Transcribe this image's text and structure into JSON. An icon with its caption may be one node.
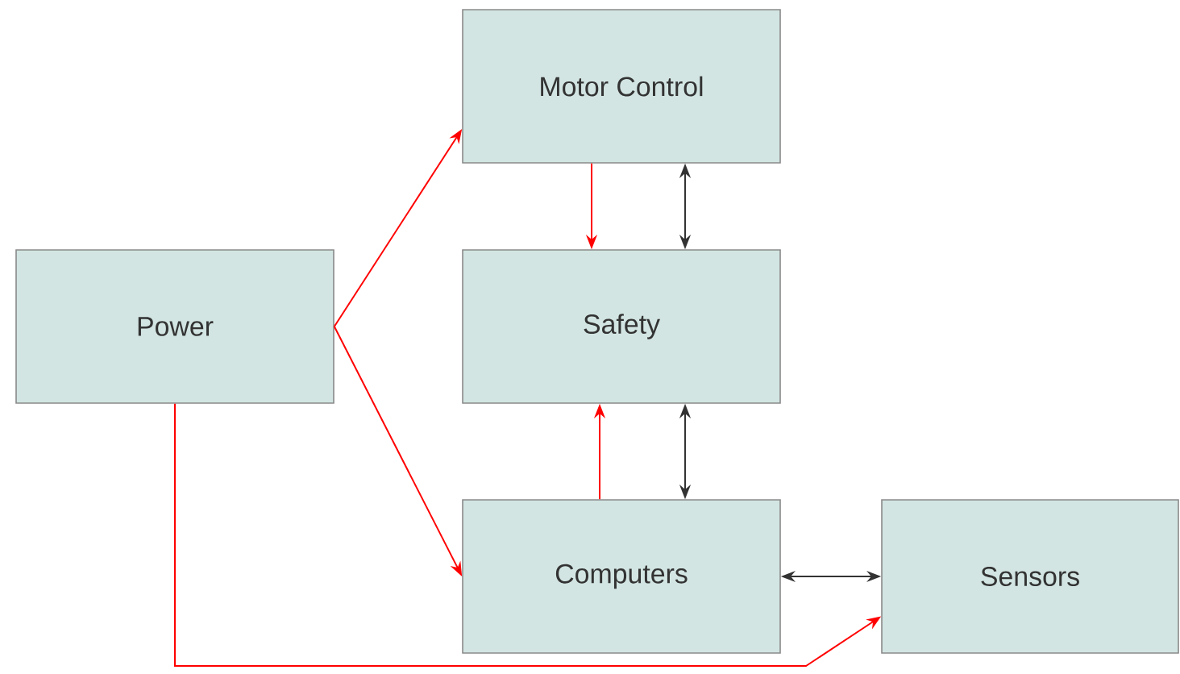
{
  "diagram": {
    "nodes": [
      {
        "text": [
          "Power"
        ]
      },
      {
        "text": [
          "Motor Control"
        ]
      },
      {
        "text": [
          "Safety"
        ]
      },
      {
        "text": [
          "Computers"
        ]
      },
      {
        "text": [
          "Sensors"
        ]
      }
    ],
    "edges": [
      {
        "from": 0,
        "to": 1,
        "arrow": "to"
      },
      {
        "from": 0,
        "to": 3,
        "arrow": "to"
      },
      {
        "from": 0,
        "to": 4,
        "arrow": "to"
      },
      {
        "from": 1,
        "to": 2,
        "arrow": "to"
      },
      {
        "from": 1,
        "to": 2,
        "arrow": "both",
        "color": "#333333"
      },
      {
        "from": 3,
        "to": 2,
        "arrow": "to"
      },
      {
        "from": 2,
        "to": 3,
        "arrow": "both",
        "color": "#333333"
      },
      {
        "from": 3,
        "to": 4,
        "arrow": "both",
        "color": "#333333"
      }
    ]
  }
}
